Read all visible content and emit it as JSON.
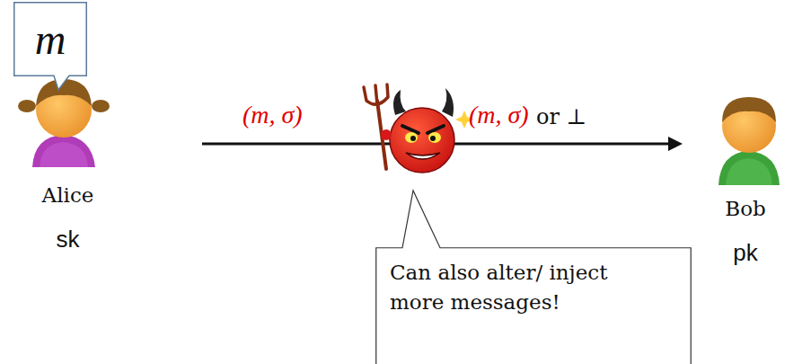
{
  "diagram": {
    "nodes": [
      {
        "text": [
          "m"
        ]
      },
      {
        "text": [
          "Alice",
          "sk"
        ]
      },
      {
        "text": [
          "Bob",
          "pk"
        ]
      },
      {
        "text": [
          "Can also alter/ inject more messages!"
        ]
      }
    ],
    "edges": [
      {
        "from": 1,
        "to": 2,
        "arrow": "to"
      }
    ],
    "labels": [
      "(m, σ)",
      "(m, σ)",
      "or ⊥"
    ]
  }
}
